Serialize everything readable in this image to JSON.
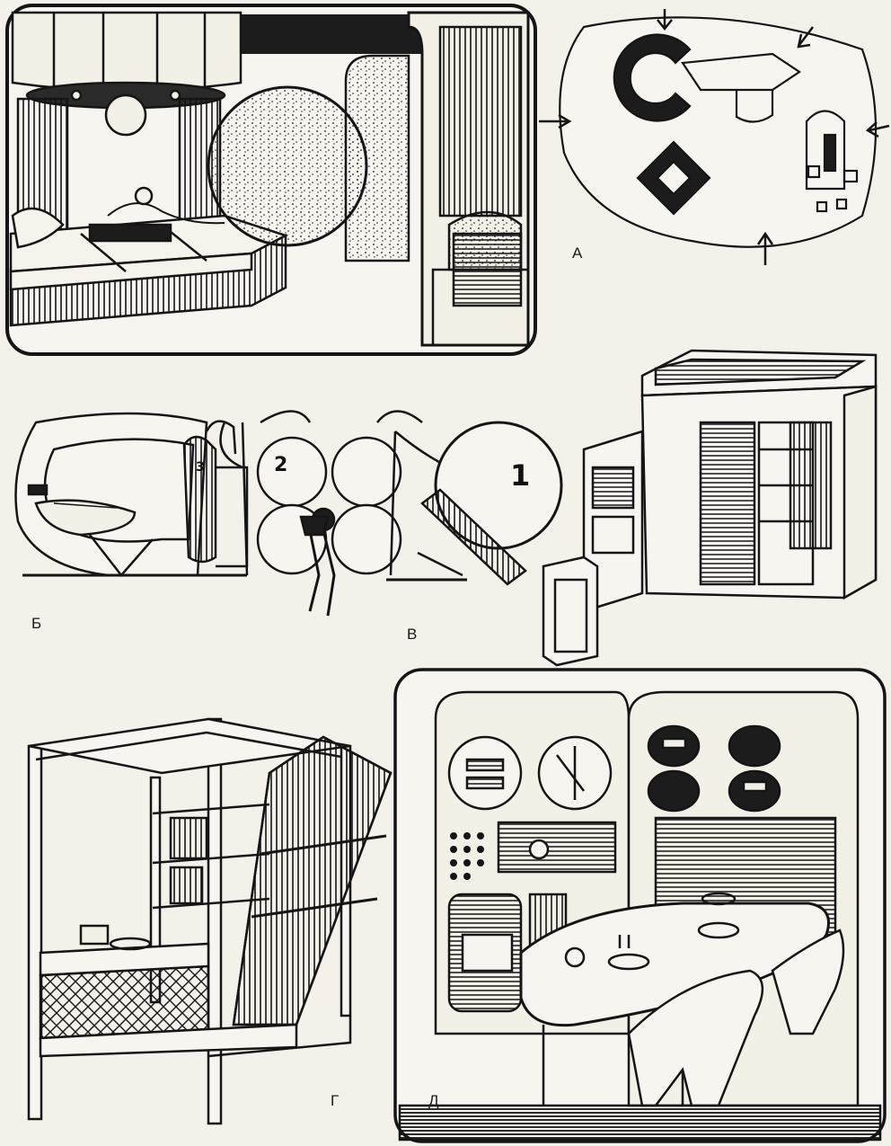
{
  "figure_labels": {
    "a": "А",
    "b": "Б",
    "v": "В",
    "g": "Г",
    "d": "Д"
  },
  "capsule_numbers": {
    "one": "1",
    "two": "2",
    "three": "3"
  },
  "colors": {
    "ink": "#151515",
    "paper": "#f4f1ea"
  }
}
